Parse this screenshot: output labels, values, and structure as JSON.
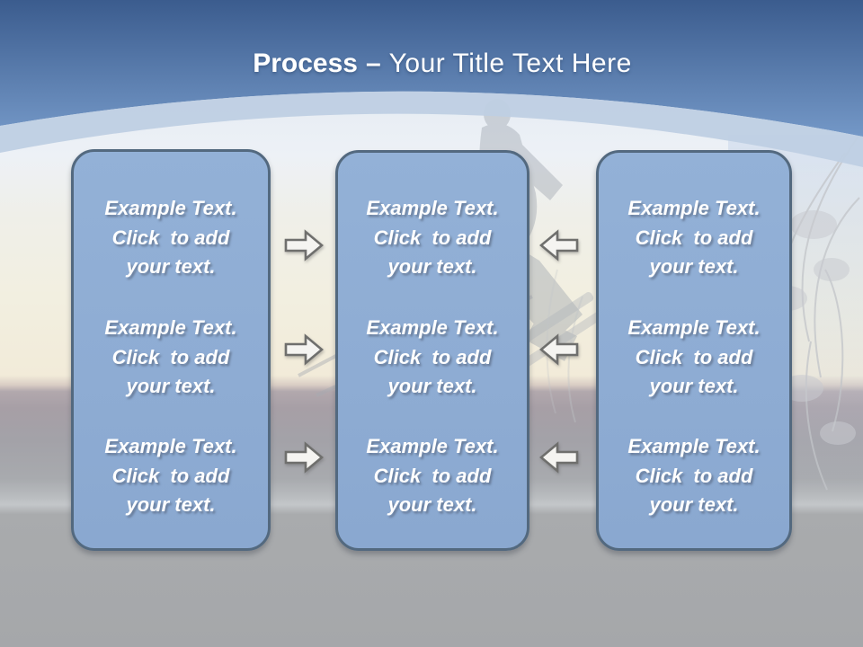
{
  "title": {
    "bold": "Process",
    "separator": "–",
    "rest": "Your Title Text Here"
  },
  "columns": [
    {
      "name": "left",
      "items": [
        {
          "lines": [
            "Example Text.",
            "Click  to add",
            "your text."
          ]
        },
        {
          "lines": [
            "Example Text.",
            "Click  to add",
            "your text."
          ]
        },
        {
          "lines": [
            "Example Text.",
            "Click  to add",
            "your text."
          ]
        }
      ]
    },
    {
      "name": "middle",
      "items": [
        {
          "lines": [
            "Example Text.",
            "Click  to add",
            "your text."
          ]
        },
        {
          "lines": [
            "Example Text.",
            "Click  to add",
            "your text."
          ]
        },
        {
          "lines": [
            "Example Text.",
            "Click  to add",
            "your text."
          ]
        }
      ]
    },
    {
      "name": "right",
      "items": [
        {
          "lines": [
            "Example Text.",
            "Click  to add",
            "your text."
          ]
        },
        {
          "lines": [
            "Example Text.",
            "Click  to add",
            "your text."
          ]
        },
        {
          "lines": [
            "Example Text.",
            "Click  to add",
            "your text."
          ]
        }
      ]
    }
  ],
  "arrows": {
    "left_gap": {
      "direction": "right",
      "count": 3
    },
    "right_gap": {
      "direction": "left",
      "count": 3
    }
  },
  "colors": {
    "header_top": "#3b5c8e",
    "header_bottom": "#7498c7",
    "arc_band": "#bfcfe3",
    "box_fill": "#8aa8d0",
    "box_border": "#53697f",
    "box_text": "#ffffff",
    "arrow_fill": "#f5f4f1",
    "arrow_stroke": "#6f6f6d",
    "title_text": "#ffffff"
  }
}
